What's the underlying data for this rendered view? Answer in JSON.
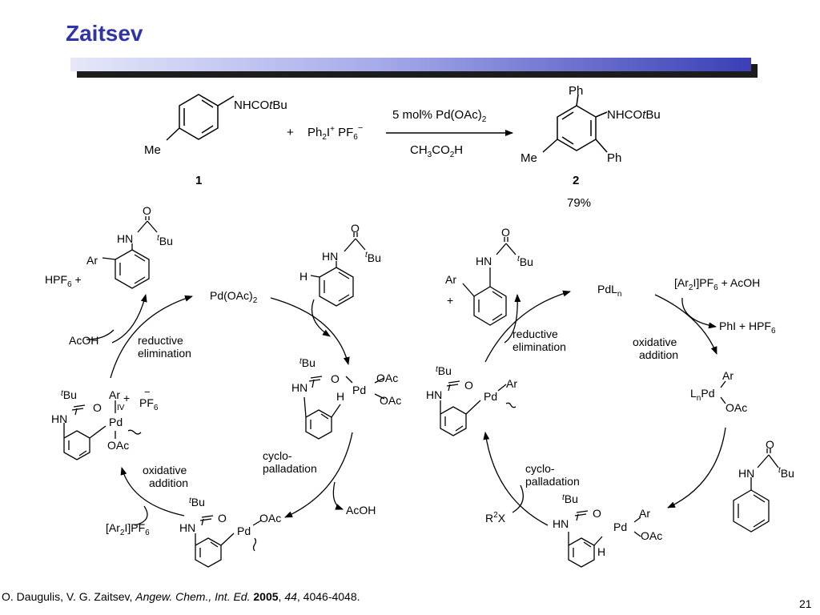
{
  "slide": {
    "title": "Zaitsev",
    "page_number": "21"
  },
  "citation": {
    "authors": "O. Daugulis, V. G. Zaitsev, ",
    "journal": "Angew. Chem., Int. Ed.",
    "year": "2005",
    "volume": "44",
    "pages": "4046-4048."
  },
  "reaction": {
    "substituent_amide": "NHCO",
    "tBu_t": "t",
    "tBu_Bu": "Bu",
    "substituent_me": "Me",
    "plus": "+",
    "reagent_ph": "Ph",
    "reagent_sub2": "2",
    "reagent_i": "I",
    "reagent_plus_charge": "+",
    "reagent_pf": "PF",
    "reagent_sub6": "6",
    "reagent_minus_charge": "−",
    "condition_top": "5 mol% Pd(OAc)",
    "condition_top_sub": "2",
    "condition_bottom_ch": "CH",
    "condition_bottom_sub3": "3",
    "condition_bottom_co": "CO",
    "condition_bottom_sub2": "2",
    "condition_bottom_h": "H",
    "product_ph_top": "Ph",
    "product_ph_right": "Ph",
    "label_1": "1",
    "label_2": "2",
    "yield": "79%"
  },
  "left_cycle": {
    "catalyst": "Pd(OAc)",
    "catalyst_sub": "2",
    "hpf6": "HPF",
    "hpf6_sub": "6",
    "plus": "+",
    "ar": "Ar",
    "hn": "HN",
    "o": "O",
    "t": "t",
    "bu": "Bu",
    "h": "H",
    "pd": "Pd",
    "oac": "OAc",
    "acoh": "AcOH",
    "reductive_1": "reductive",
    "reductive_2": "elimination",
    "cyclo_1": "cyclo-",
    "cyclo_2": "palladation",
    "acoh_out": "AcOH",
    "oxidative_1": "oxidative",
    "oxidative_2": "addition",
    "reagent_a": "[Ar",
    "reagent_sub2": "2",
    "reagent_b": "I]PF",
    "reagent_sub6": "6",
    "pd_iv": "IV",
    "pf6": "PF",
    "pf6_sub": "6",
    "minus": "−"
  },
  "right_cycle": {
    "catalyst": "PdL",
    "catalyst_sub": "n",
    "reagent_a": "[Ar",
    "reagent_sub2": "2",
    "reagent_b": "I]PF",
    "reagent_sub6": "6",
    "reagent_c": " + AcOH",
    "byproduct_a": "PhI + HPF",
    "byproduct_sub": "6",
    "oxidative_1": "oxidative",
    "oxidative_2": "addition",
    "lnpd_l": "L",
    "lnpd_n": "n",
    "lnpd_pd": "Pd",
    "ar": "Ar",
    "oac": "OAc",
    "hn": "HN",
    "o": "O",
    "t": "t",
    "bu": "Bu",
    "h": "H",
    "pd": "Pd",
    "cyclo_1": "cyclo-",
    "cyclo_2": "palladation",
    "r2x_r": "R",
    "r2x_sup": "2",
    "r2x_x": "X",
    "reductive_1": "reductive",
    "reductive_2": "elimination",
    "plus": "+"
  }
}
